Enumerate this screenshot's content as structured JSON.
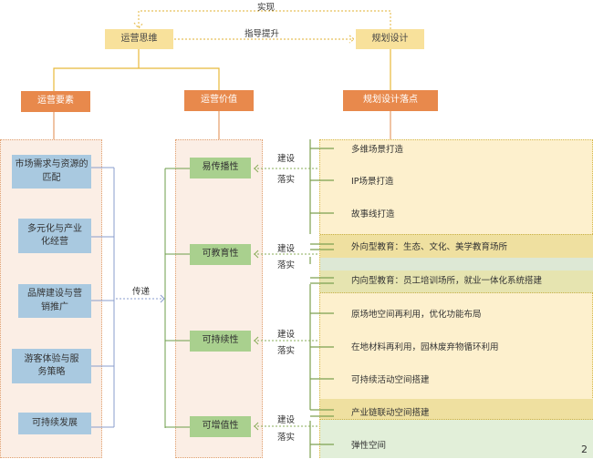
{
  "top": {
    "thinking": "运营思维",
    "design": "规划设计",
    "realize_label": "实现",
    "guide_label": "指导提升"
  },
  "headers": {
    "elements": "运营要素",
    "values": "运营价值",
    "points": "规划设计落点"
  },
  "elements": [
    "市场需求与资源的匹配",
    "多元化与产业化经营",
    "品牌建设与营销推广",
    "游客体验与服务策略",
    "可持续发展"
  ],
  "transfer_label": "传递",
  "values": [
    "易传播性",
    "可教育性",
    "可持续性",
    "可增值性"
  ],
  "connector_labels": {
    "build": "建设",
    "implement": "落实"
  },
  "points": [
    "多维场景打造",
    "IP场景打造",
    "故事线打造",
    "外向型教育：生态、文化、美学教育场所",
    "内向型教育：员工培训场所，就业一体化系统搭建",
    "原场地空间再利用，优化功能布局",
    "在地材料再利用，园林废弃物循环利用",
    "可持续活动空间搭建",
    "产业链联动空间搭建",
    "弹性空间"
  ],
  "page_number": "2"
}
